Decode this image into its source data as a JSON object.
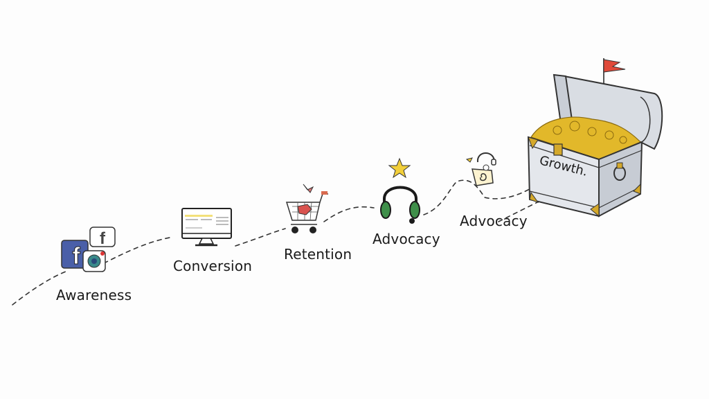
{
  "diagram": {
    "type": "customer-journey-path",
    "background": "#fdfdfd",
    "path_color": "#333333",
    "stages": [
      {
        "id": "awareness",
        "label": "Awareness",
        "icon": "social-media-icons"
      },
      {
        "id": "conversion",
        "label": "Conversion",
        "icon": "computer-monitor-icon"
      },
      {
        "id": "retention",
        "label": "Retention",
        "icon": "shopping-cart-icon"
      },
      {
        "id": "advocacy-1",
        "label": "Advocacy",
        "icon": "headphones-star-icon"
      },
      {
        "id": "advocacy-2",
        "label": "Advocacy",
        "icon": "support-headset-icon"
      },
      {
        "id": "growth",
        "label": "Growth.",
        "icon": "treasure-chest-icon"
      }
    ],
    "colors": {
      "facebook_blue": "#4a5fa8",
      "cart_red": "#d9534f",
      "headphone_green": "#3f8f4a",
      "star_yellow": "#f2cf3a",
      "gold": "#e2b82a",
      "chest_silver": "#c9ced6",
      "flag_red": "#e04a3a"
    }
  }
}
